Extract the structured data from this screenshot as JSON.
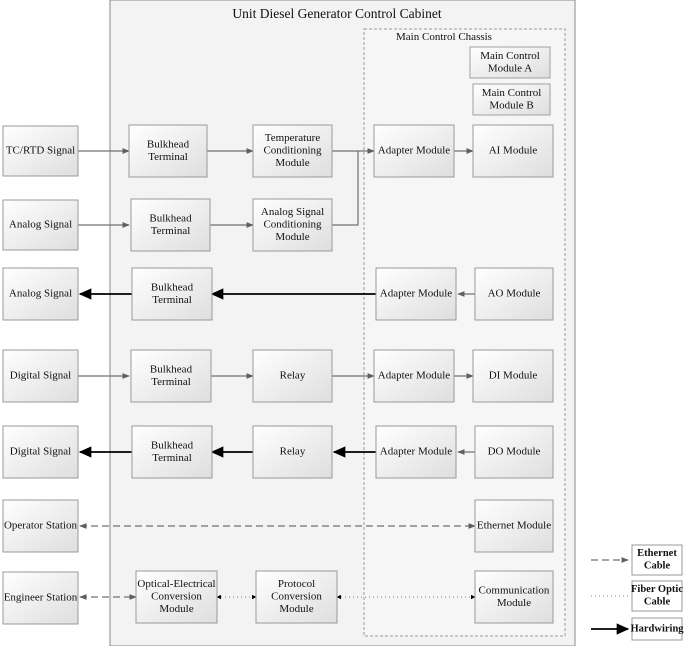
{
  "cabinet": {
    "title": "Unit Diesel Generator Control Cabinet"
  },
  "chassis": {
    "title": "Main Control Chassis"
  },
  "external": [
    {
      "id": "tc",
      "lines": [
        "TC/RTD Signal"
      ]
    },
    {
      "id": "ai",
      "lines": [
        "Analog Signal"
      ]
    },
    {
      "id": "ao",
      "lines": [
        "Analog Signal"
      ]
    },
    {
      "id": "di",
      "lines": [
        "Digital Signal"
      ]
    },
    {
      "id": "do",
      "lines": [
        "Digital Signal"
      ]
    },
    {
      "id": "op",
      "lines": [
        "Operator Station"
      ]
    },
    {
      "id": "eng",
      "lines": [
        "Engineer Station"
      ]
    }
  ],
  "blocks": [
    {
      "id": "bt1",
      "lines": [
        "Bulkhead",
        "Terminal"
      ]
    },
    {
      "id": "bt2",
      "lines": [
        "Bulkhead",
        "Terminal"
      ]
    },
    {
      "id": "bt3",
      "lines": [
        "Bulkhead",
        "Terminal"
      ]
    },
    {
      "id": "bt4",
      "lines": [
        "Bulkhead",
        "Terminal"
      ]
    },
    {
      "id": "bt5",
      "lines": [
        "Bulkhead",
        "Terminal"
      ]
    },
    {
      "id": "tcm",
      "lines": [
        "Temperature",
        "Conditioning",
        "Module"
      ]
    },
    {
      "id": "ascm",
      "lines": [
        "Analog Signal",
        "Conditioning",
        "Module"
      ]
    },
    {
      "id": "relay1",
      "lines": [
        "Relay"
      ]
    },
    {
      "id": "relay2",
      "lines": [
        "Relay"
      ]
    },
    {
      "id": "oec",
      "lines": [
        "Optical-Electrical",
        "Conversion",
        "Module"
      ]
    },
    {
      "id": "pcm",
      "lines": [
        "Protocol",
        "Conversion",
        "Module"
      ]
    },
    {
      "id": "ad1",
      "lines": [
        "Adapter Module"
      ]
    },
    {
      "id": "ad2",
      "lines": [
        "Adapter Module"
      ]
    },
    {
      "id": "ad3",
      "lines": [
        "Adapter Module"
      ]
    },
    {
      "id": "ad4",
      "lines": [
        "Adapter Module"
      ]
    },
    {
      "id": "aimod",
      "lines": [
        "AI Module"
      ]
    },
    {
      "id": "aomod",
      "lines": [
        "AO Module"
      ]
    },
    {
      "id": "dimod",
      "lines": [
        "DI Module"
      ]
    },
    {
      "id": "domod",
      "lines": [
        "DO Module"
      ]
    },
    {
      "id": "eth",
      "lines": [
        "Ethernet Module"
      ]
    },
    {
      "id": "comm",
      "lines": [
        "Communication",
        "Module"
      ]
    },
    {
      "id": "mcma",
      "lines": [
        "Main Control",
        "Module A"
      ]
    },
    {
      "id": "mcmb",
      "lines": [
        "Main Control",
        "Module B"
      ]
    }
  ],
  "legend": [
    {
      "id": "eth",
      "lines": [
        "Ethernet",
        "Cable"
      ]
    },
    {
      "id": "fiber",
      "lines": [
        "Fiber Optic",
        "Cable"
      ]
    },
    {
      "id": "hard",
      "lines": [
        "Hardwiring"
      ]
    }
  ]
}
